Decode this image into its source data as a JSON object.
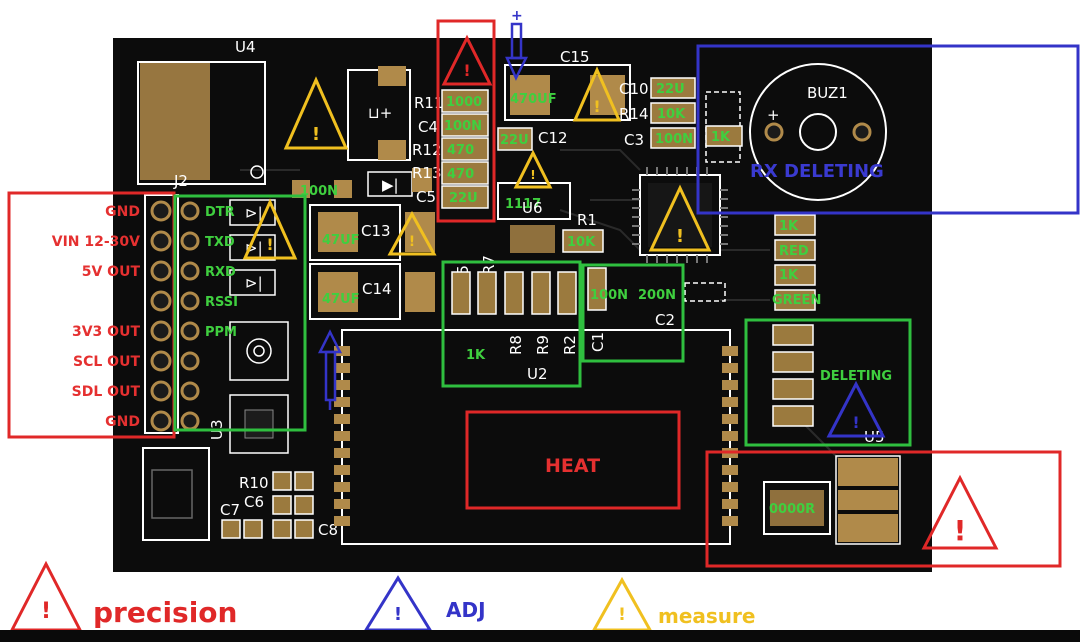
{
  "board": {
    "designators": {
      "u4": "U4",
      "j2": "J2",
      "c15": "C15",
      "buz1": "BUZ1",
      "c10": "C10",
      "r14": "R14",
      "c3": "C3",
      "r11": "R11",
      "c4": "C4",
      "r12": "R12",
      "r13": "R13",
      "c5": "C5",
      "c12": "C12",
      "u6": "U6",
      "c13": "C13",
      "c14": "C14",
      "r1": "R1",
      "r5": "R5",
      "r7": "R7",
      "r8": "R8",
      "r9": "R9",
      "r2": "R2",
      "c1": "C1",
      "c2": "C2",
      "u2": "U2",
      "u3": "U3",
      "r10": "R10",
      "c6": "C6",
      "c7": "C7",
      "c8": "C8",
      "u5": "U5"
    },
    "buzzer_plus": "+",
    "adj_plus": "+",
    "j2_pin_labels": [
      "GND",
      "VIN 12-30V",
      "5V OUT",
      "3V3 OUT",
      "SCL OUT",
      "SDL OUT",
      "GND"
    ],
    "j2_signal_labels": [
      "DTR",
      "TXD",
      "RXD",
      "RSSI",
      "PPM"
    ],
    "values": {
      "v1000": "1000",
      "v100n_top": "100N",
      "v470a": "470",
      "v470b": "470",
      "v22u": "22U",
      "v470uf": "470UF",
      "v22u_b": "22U",
      "v1117": "1117",
      "v22u_c10": "22U",
      "v10k_r14": "10K",
      "v100n_c3": "100N",
      "v1k_buz": "1K",
      "v100n_left": "100N",
      "v47uf_a": "47UF",
      "v47uf_b": "47UF",
      "v10k_r1": "10K",
      "v100n_c1": "100N",
      "v200n": "200N",
      "v1k_u2": "1K",
      "v1k_a": "1K",
      "red": "RED",
      "v1k_b": "1K",
      "green": "GREEN",
      "deleting": "DELETING",
      "v0000r": "0000R"
    },
    "annotations": {
      "rx_deleting": "RX DELETING",
      "heat": "HEAT"
    }
  },
  "legend": {
    "items": [
      {
        "label": "precision",
        "color": "#e02828"
      },
      {
        "label": "ADJ",
        "color": "#3434c8"
      },
      {
        "label": "measure",
        "color": "#f0c020"
      }
    ]
  },
  "colors": {
    "board": "#0c0c0c",
    "copper": "#b08a4a",
    "silkscreen": "#ffffff",
    "value_text": "#3fcf3f",
    "precision": "#e02828",
    "adj": "#3434c8",
    "measure": "#f0c020",
    "group_box": "#2fbf3f"
  }
}
